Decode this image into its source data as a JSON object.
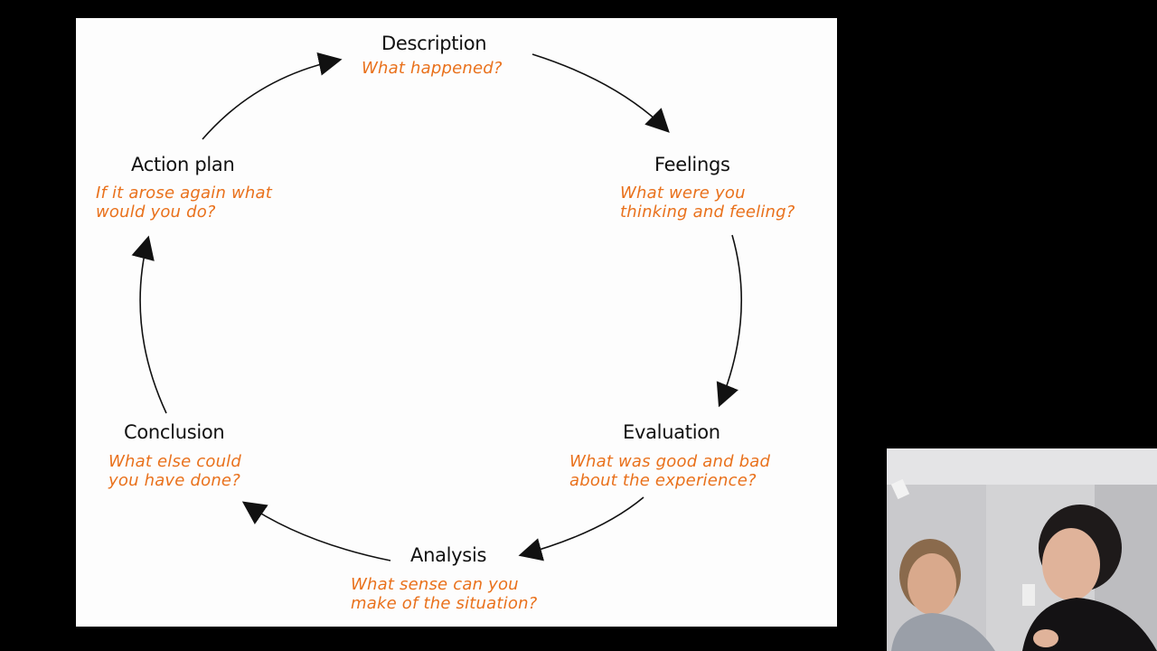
{
  "diagram": {
    "accent_color": "#e9711c",
    "stages": [
      {
        "id": "description",
        "title": "Description",
        "question": [
          "What happened?"
        ]
      },
      {
        "id": "feelings",
        "title": "Feelings",
        "question": [
          "What were you",
          "thinking and feeling?"
        ]
      },
      {
        "id": "evaluation",
        "title": "Evaluation",
        "question": [
          "What was good and bad",
          "about the experience?"
        ]
      },
      {
        "id": "analysis",
        "title": "Analysis",
        "question": [
          "What sense can you",
          "make of the situation?"
        ]
      },
      {
        "id": "conclusion",
        "title": "Conclusion",
        "question": [
          "What else could",
          "you have done?"
        ]
      },
      {
        "id": "action-plan",
        "title": "Action plan",
        "question": [
          "If it arose again what",
          "would you do?"
        ]
      }
    ]
  },
  "webcam": {
    "description_icon": "webcam-feed-two-people"
  }
}
